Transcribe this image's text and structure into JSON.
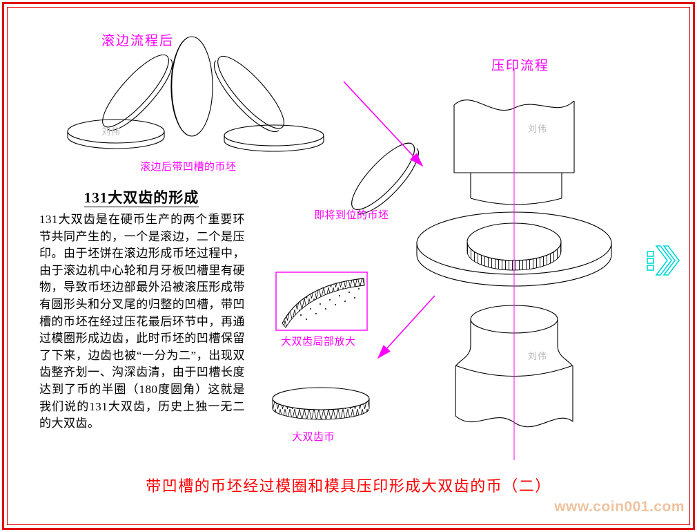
{
  "colors": {
    "frame_red": "#e00000",
    "annotation_magenta": "#ff00ff",
    "caption_red": "#ff0000",
    "line_black": "#000000",
    "next_icon_cyan": "#00d8d8",
    "site_watermark_tan": "#eec39f",
    "author_gray": "#b8b8b8"
  },
  "labels": {
    "after_rolling": "滚边流程后",
    "grooved_blank": "滚边后带凹槽的币坯",
    "incoming_blank": "即将到位的币坯",
    "stamping": "压印流程",
    "detail_zoom": "大双齿局部放大",
    "double_tooth_coin": "大双齿币"
  },
  "article": {
    "title": "131大双齿的形成",
    "body": "131大双齿是在硬币生产的两个重要环节共同产生的，一个是滚边，二个是压印。由于坯饼在滚边形成币坯过程中，由于滚边机中心轮和月牙板凹槽里有硬物，导致币坯边部最外沿被滚压形成带有圆形头和分叉尾的归整的凹槽，带凹槽的币坯在经过压花最后环节中，再通过模圈形成边齿，此时币坯的凹槽保留了下来，边齿也被“一分为二”，出现双齿整齐划一、沟深齿清，由于凹槽长度达到了币的半圈（180度圆角）这就是我们说的131大双齿，历史上独一无二的大双齿。"
  },
  "caption": "带凹槽的币坯经过模圈和模具压印形成大双齿的币（二）",
  "site_watermark": "www.coin001.com",
  "author_mark": "刘伟"
}
